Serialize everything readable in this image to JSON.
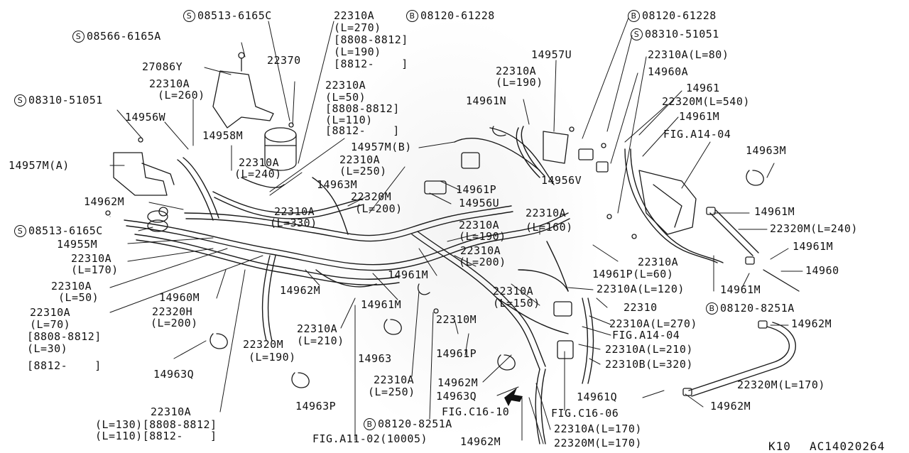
{
  "diagram": {
    "corner_left": "K10",
    "corner_right": "AC14020264",
    "labels": [
      {
        "id": "l01",
        "badge": "S",
        "text": "08513-6165C"
      },
      {
        "id": "l02",
        "badge": "",
        "text": "22310A"
      },
      {
        "id": "l03",
        "badge": "",
        "text": "(L=270)"
      },
      {
        "id": "l04",
        "badge": "",
        "text": "[8808-8812]"
      },
      {
        "id": "l05",
        "badge": "",
        "text": "(L=190)"
      },
      {
        "id": "l06",
        "badge": "",
        "text": "[8812-    ]"
      },
      {
        "id": "l07",
        "badge": "B",
        "text": "08120-61228"
      },
      {
        "id": "l08",
        "badge": "S",
        "text": "08566-6165A"
      },
      {
        "id": "l09",
        "badge": "",
        "text": "22370"
      },
      {
        "id": "l10",
        "badge": "",
        "text": "27086Y"
      },
      {
        "id": "l11",
        "badge": "",
        "text": "22310A"
      },
      {
        "id": "l12",
        "badge": "",
        "text": "(L=260)"
      },
      {
        "id": "l13",
        "badge": "S",
        "text": "08310-51051"
      },
      {
        "id": "l14",
        "badge": "",
        "text": "14956W"
      },
      {
        "id": "l15",
        "badge": "",
        "text": "14958M"
      },
      {
        "id": "l16",
        "badge": "",
        "text": "22310A"
      },
      {
        "id": "l17",
        "badge": "",
        "text": "(L=50)"
      },
      {
        "id": "l18",
        "badge": "",
        "text": "[8808-8812]"
      },
      {
        "id": "l19",
        "badge": "",
        "text": "(L=110)"
      },
      {
        "id": "l20",
        "badge": "",
        "text": "[8812-    ]"
      },
      {
        "id": "l21",
        "badge": "",
        "text": "14957M(A)"
      },
      {
        "id": "l22",
        "badge": "",
        "text": "22310A"
      },
      {
        "id": "l23",
        "badge": "",
        "text": "(L=240)"
      },
      {
        "id": "l24",
        "badge": "",
        "text": "14957M(B)"
      },
      {
        "id": "l25",
        "badge": "",
        "text": "22310A"
      },
      {
        "id": "l26",
        "badge": "",
        "text": "(L=250)"
      },
      {
        "id": "l27",
        "badge": "",
        "text": "14962M"
      },
      {
        "id": "l28",
        "badge": "",
        "text": "14963M"
      },
      {
        "id": "l29",
        "badge": "",
        "text": "22320M"
      },
      {
        "id": "l30",
        "badge": "",
        "text": "(L=200)"
      },
      {
        "id": "l31",
        "badge": "S",
        "text": "08513-6165C"
      },
      {
        "id": "l32",
        "badge": "",
        "text": "22310A"
      },
      {
        "id": "l33",
        "badge": "",
        "text": "(L=330)"
      },
      {
        "id": "l34",
        "badge": "",
        "text": "14955M"
      },
      {
        "id": "l35",
        "badge": "",
        "text": "22310A"
      },
      {
        "id": "l36",
        "badge": "",
        "text": "(L=170)"
      },
      {
        "id": "l37",
        "badge": "",
        "text": "22310A"
      },
      {
        "id": "l38",
        "badge": "",
        "text": "(L=50)"
      },
      {
        "id": "l39",
        "badge": "",
        "text": "22310A"
      },
      {
        "id": "l40",
        "badge": "",
        "text": "(L=70)"
      },
      {
        "id": "l41",
        "badge": "",
        "text": "[8808-8812]"
      },
      {
        "id": "l42",
        "badge": "",
        "text": "(L=30)"
      },
      {
        "id": "l43",
        "badge": "",
        "text": "[8812-    ]"
      },
      {
        "id": "l44",
        "badge": "",
        "text": "14960M"
      },
      {
        "id": "l45",
        "badge": "",
        "text": "22320H"
      },
      {
        "id": "l46",
        "badge": "",
        "text": "(L=200)"
      },
      {
        "id": "l47",
        "badge": "",
        "text": "14962M"
      },
      {
        "id": "l48",
        "badge": "",
        "text": "14961M"
      },
      {
        "id": "l49",
        "badge": "",
        "text": "22310A"
      },
      {
        "id": "l50",
        "badge": "",
        "text": "(L=210)"
      },
      {
        "id": "l51",
        "badge": "",
        "text": "22320M"
      },
      {
        "id": "l52",
        "badge": "",
        "text": "(L=190)"
      },
      {
        "id": "l53",
        "badge": "",
        "text": "14963Q"
      },
      {
        "id": "l54",
        "badge": "",
        "text": "14963P"
      },
      {
        "id": "l55",
        "badge": "",
        "text": "14963"
      },
      {
        "id": "l56",
        "badge": "",
        "text": "22310A"
      },
      {
        "id": "l57",
        "badge": "",
        "text": "(L=250)"
      },
      {
        "id": "l58",
        "badge": "",
        "text": "22310A"
      },
      {
        "id": "l59",
        "badge": "",
        "text": "(L=130)[8808-8812]"
      },
      {
        "id": "l60",
        "badge": "",
        "text": "(L=110)[8812-    ]"
      },
      {
        "id": "l61",
        "badge": "B",
        "text": "08120-8251A"
      },
      {
        "id": "l62",
        "badge": "",
        "text": "FIG.A11-02(10005)"
      },
      {
        "id": "l63",
        "badge": "",
        "text": "14961N"
      },
      {
        "id": "l64",
        "badge": "",
        "text": "14957U"
      },
      {
        "id": "l65",
        "badge": "",
        "text": "22310A"
      },
      {
        "id": "l66",
        "badge": "",
        "text": "(L=190)"
      },
      {
        "id": "l67",
        "badge": "",
        "text": "14961P"
      },
      {
        "id": "l68",
        "badge": "",
        "text": "14956U"
      },
      {
        "id": "l69",
        "badge": "",
        "text": "14956V"
      },
      {
        "id": "l70",
        "badge": "",
        "text": "22310A"
      },
      {
        "id": "l71",
        "badge": "",
        "text": "(L=190)"
      },
      {
        "id": "l72",
        "badge": "",
        "text": "22310A"
      },
      {
        "id": "l73",
        "badge": "",
        "text": "(L=200)"
      },
      {
        "id": "l74",
        "badge": "",
        "text": "14961M"
      },
      {
        "id": "l75",
        "badge": "",
        "text": "22310A"
      },
      {
        "id": "l76",
        "badge": "",
        "text": "(L=160)"
      },
      {
        "id": "l77",
        "badge": "",
        "text": "22310A"
      },
      {
        "id": "l78",
        "badge": "",
        "text": "(L=150)"
      },
      {
        "id": "l79",
        "badge": "",
        "text": "22310M"
      },
      {
        "id": "l80",
        "badge": "",
        "text": "14961P"
      },
      {
        "id": "l81",
        "badge": "",
        "text": "14962M"
      },
      {
        "id": "l82",
        "badge": "",
        "text": "14963Q"
      },
      {
        "id": "l83",
        "badge": "",
        "text": "FIG.C16-10"
      },
      {
        "id": "l84",
        "badge": "",
        "text": "14962M"
      },
      {
        "id": "l85",
        "badge": "B",
        "text": "08120-61228"
      },
      {
        "id": "l86",
        "badge": "S",
        "text": "08310-51051"
      },
      {
        "id": "l87",
        "badge": "",
        "text": "22310A(L=80)"
      },
      {
        "id": "l88",
        "badge": "",
        "text": "14960A"
      },
      {
        "id": "l89",
        "badge": "",
        "text": "14961"
      },
      {
        "id": "l90",
        "badge": "",
        "text": "22320M(L=540)"
      },
      {
        "id": "l91",
        "badge": "",
        "text": "14961M"
      },
      {
        "id": "l92",
        "badge": "",
        "text": "FIG.A14-04"
      },
      {
        "id": "l93",
        "badge": "",
        "text": "14963M"
      },
      {
        "id": "l94",
        "badge": "",
        "text": "14961M"
      },
      {
        "id": "l95",
        "badge": "",
        "text": "22320M(L=240)"
      },
      {
        "id": "l96",
        "badge": "",
        "text": "14961M"
      },
      {
        "id": "l97",
        "badge": "",
        "text": "14960"
      },
      {
        "id": "l98",
        "badge": "",
        "text": "22310A"
      },
      {
        "id": "l99",
        "badge": "",
        "text": "14961P(L=60)"
      },
      {
        "id": "l100",
        "badge": "",
        "text": "22310A(L=120)"
      },
      {
        "id": "l101",
        "badge": "",
        "text": "14961M"
      },
      {
        "id": "l102",
        "badge": "",
        "text": "22310"
      },
      {
        "id": "l103",
        "badge": "B",
        "text": "08120-8251A"
      },
      {
        "id": "l104",
        "badge": "",
        "text": "22310A(L=270)"
      },
      {
        "id": "l105",
        "badge": "",
        "text": "14962M"
      },
      {
        "id": "l106",
        "badge": "",
        "text": "FIG.A14-04"
      },
      {
        "id": "l107",
        "badge": "",
        "text": "22310A(L=210)"
      },
      {
        "id": "l108",
        "badge": "",
        "text": "22310B(L=320)"
      },
      {
        "id": "l109",
        "badge": "",
        "text": "22320M(L=170)"
      },
      {
        "id": "l110",
        "badge": "",
        "text": "14961Q"
      },
      {
        "id": "l111",
        "badge": "",
        "text": "FIG.C16-06"
      },
      {
        "id": "l112",
        "badge": "",
        "text": "14962M"
      },
      {
        "id": "l113",
        "badge": "",
        "text": "22310A(L=170)"
      },
      {
        "id": "l114",
        "badge": "",
        "text": "22320M(L=170)"
      }
    ]
  }
}
